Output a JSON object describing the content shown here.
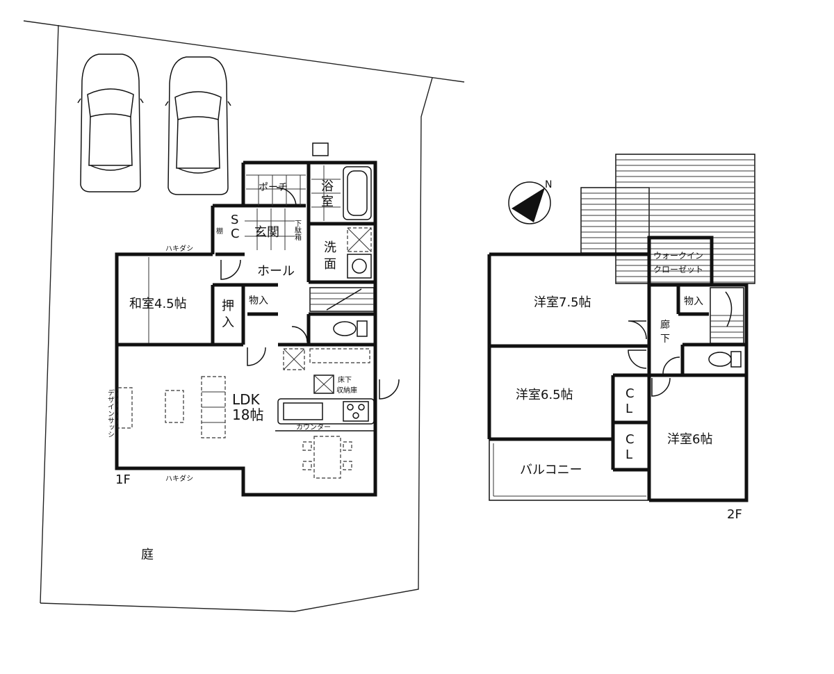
{
  "floor1": {
    "label": "1F",
    "rooms": {
      "washitsu": "和室4.5帖",
      "oshiire_a": "押",
      "oshiire_b": "入",
      "monoire": "物入",
      "ldk_a": "LDK",
      "ldk_b": "18帖",
      "hall": "ホール",
      "genkan": "玄関",
      "porch": "ポーチ",
      "bath_a": "浴",
      "bath_b": "室",
      "sen_a": "洗",
      "sen_b": "面",
      "sc_s": "S",
      "sc_c": "C",
      "tana": "棚",
      "getabako": "下駄箱",
      "yukashita_a": "床下",
      "yukashita_b": "収納庫",
      "counter": "カウンター",
      "design_sash": "デザインサッシ",
      "hakidashi_top": "ハキダシ",
      "hakidashi_bottom": "ハキダシ"
    },
    "garden": "庭"
  },
  "floor2": {
    "label": "2F",
    "rooms": {
      "yoshitsu75": "洋室7.5帖",
      "yoshitsu65": "洋室6.5帖",
      "yoshitsu6": "洋室6帖",
      "wic_a": "ウォークイン",
      "wic_b": "クローゼット",
      "monoire": "物入",
      "roka_a": "廊",
      "roka_b": "下",
      "cl1_a": "C",
      "cl1_b": "L",
      "cl2_a": "C",
      "cl2_b": "L",
      "balcony": "バルコニー"
    }
  },
  "compass": {
    "north": "N"
  },
  "icons": [
    "car-icon",
    "compass-icon",
    "toilet-icon",
    "bathtub-icon",
    "sink-icon",
    "stove-icon",
    "stairs-icon",
    "door-swing-icon"
  ]
}
